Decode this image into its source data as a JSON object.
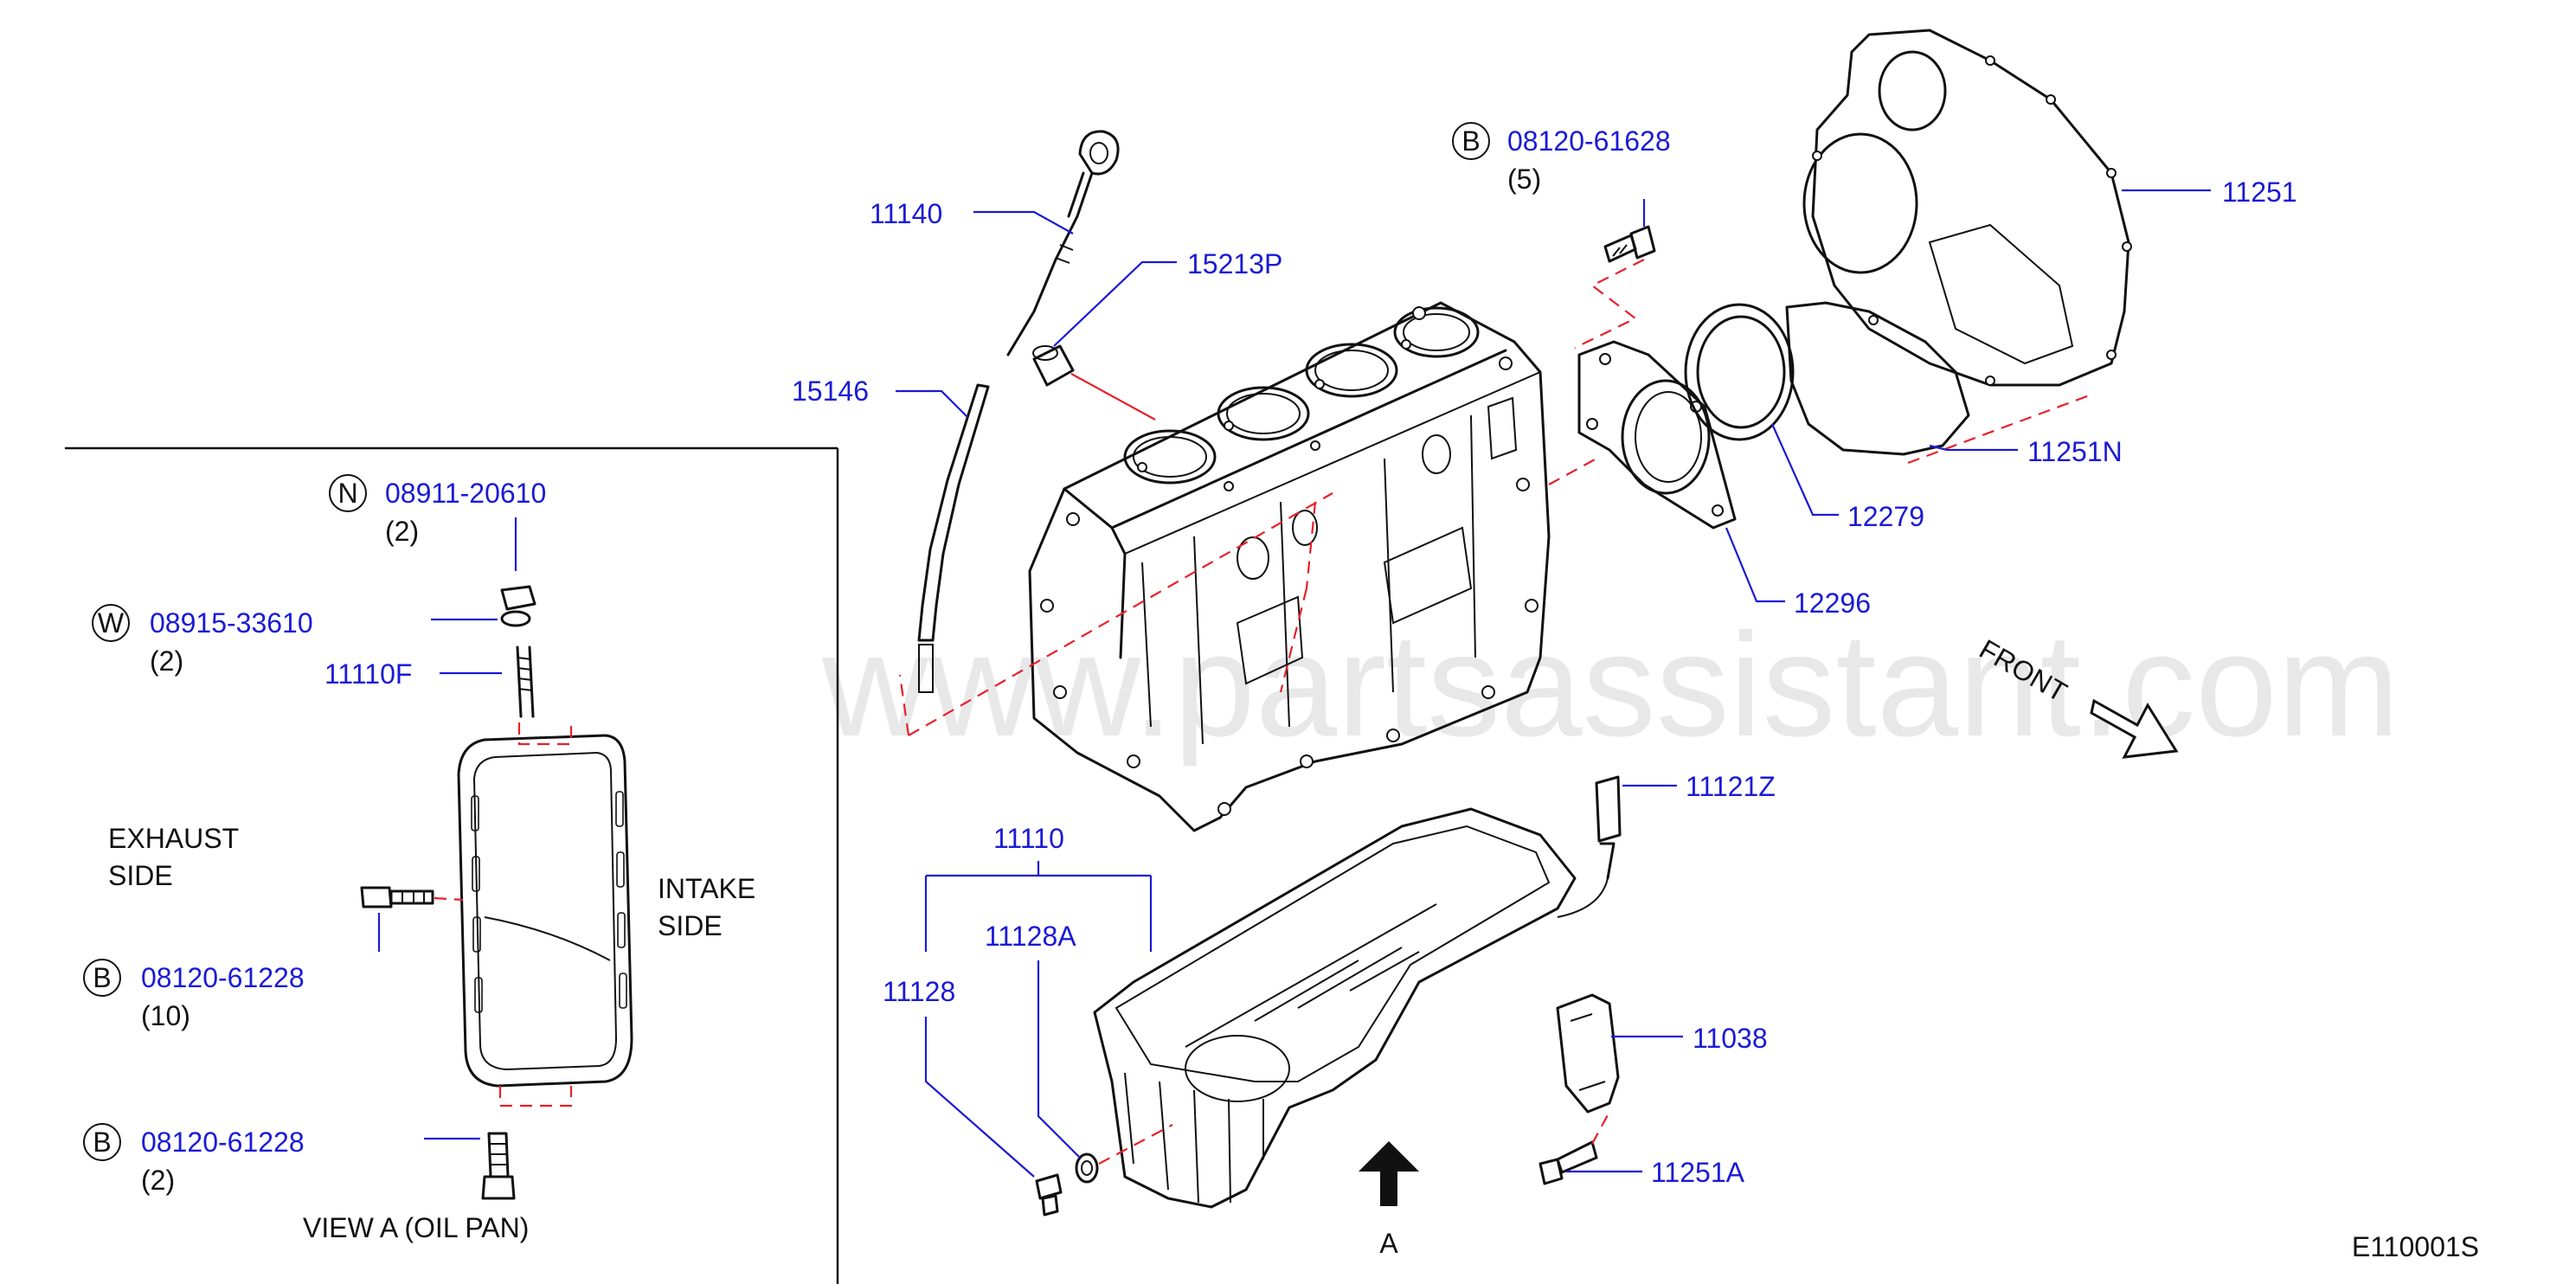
{
  "watermark": "www.partsassistant.com",
  "diagram_code": "E110001S",
  "direction": "FRONT",
  "view_marker": "A",
  "inset": {
    "title": "VIEW  A  (OIL  PAN)",
    "exhaust_1": "EXHAUST",
    "exhaust_2": "SIDE",
    "intake_1": "INTAKE",
    "intake_2": "SIDE"
  },
  "callouts": {
    "p08911": {
      "letter": "N",
      "number": "08911-20610",
      "qty": "(2)"
    },
    "p08915": {
      "letter": "W",
      "number": "08915-33610",
      "qty": "(2)"
    },
    "p11110F": {
      "number": "11110F"
    },
    "p08120a": {
      "letter": "B",
      "number": "08120-61228",
      "qty": "(10)"
    },
    "p08120b": {
      "letter": "B",
      "number": "08120-61228",
      "qty": "(2)"
    },
    "p08120c": {
      "letter": "B",
      "number": "08120-61628",
      "qty": "(5)"
    },
    "p11140": {
      "number": "11140"
    },
    "p15213P": {
      "number": "15213P"
    },
    "p15146": {
      "number": "15146"
    },
    "p11251": {
      "number": "11251"
    },
    "p11251N": {
      "number": "11251N"
    },
    "p12279": {
      "number": "12279"
    },
    "p12296": {
      "number": "12296"
    },
    "p11121Z": {
      "number": "11121Z"
    },
    "p11110": {
      "number": "11110"
    },
    "p11128A": {
      "number": "11128A"
    },
    "p11128": {
      "number": "11128"
    },
    "p11038": {
      "number": "11038"
    },
    "p11251A": {
      "number": "11251A"
    }
  }
}
